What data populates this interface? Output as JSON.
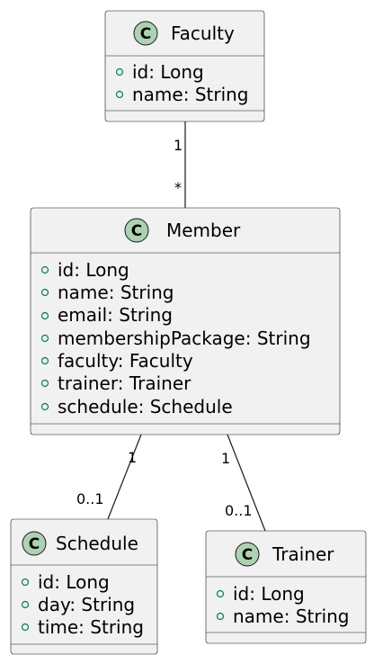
{
  "colors": {
    "class_fill": "#f1f1f1",
    "class_stroke": "#181818",
    "class_icon_fill": "#add1b2",
    "visibility_marker": "#038048"
  },
  "classes": {
    "faculty": {
      "icon": "class-c-icon",
      "stereotype_letter": "C",
      "name": "Faculty",
      "attributes": [
        "id: Long",
        "name: String"
      ]
    },
    "member": {
      "icon": "class-c-icon",
      "stereotype_letter": "C",
      "name": "Member",
      "attributes": [
        "id: Long",
        "name: String",
        "email: String",
        "membershipPackage: String",
        "faculty: Faculty",
        "trainer: Trainer",
        "schedule: Schedule"
      ]
    },
    "schedule": {
      "icon": "class-c-icon",
      "stereotype_letter": "C",
      "name": "Schedule",
      "attributes": [
        "id: Long",
        "day: String",
        "time: String"
      ]
    },
    "trainer": {
      "icon": "class-c-icon",
      "stereotype_letter": "C",
      "name": "Trainer",
      "attributes": [
        "id: Long",
        "name: String"
      ]
    }
  },
  "associations": {
    "faculty_member": {
      "source_mult": "1",
      "target_mult": "*"
    },
    "member_schedule": {
      "source_mult": "1",
      "target_mult": "0..1"
    },
    "member_trainer": {
      "source_mult": "1",
      "target_mult": "0..1"
    }
  }
}
